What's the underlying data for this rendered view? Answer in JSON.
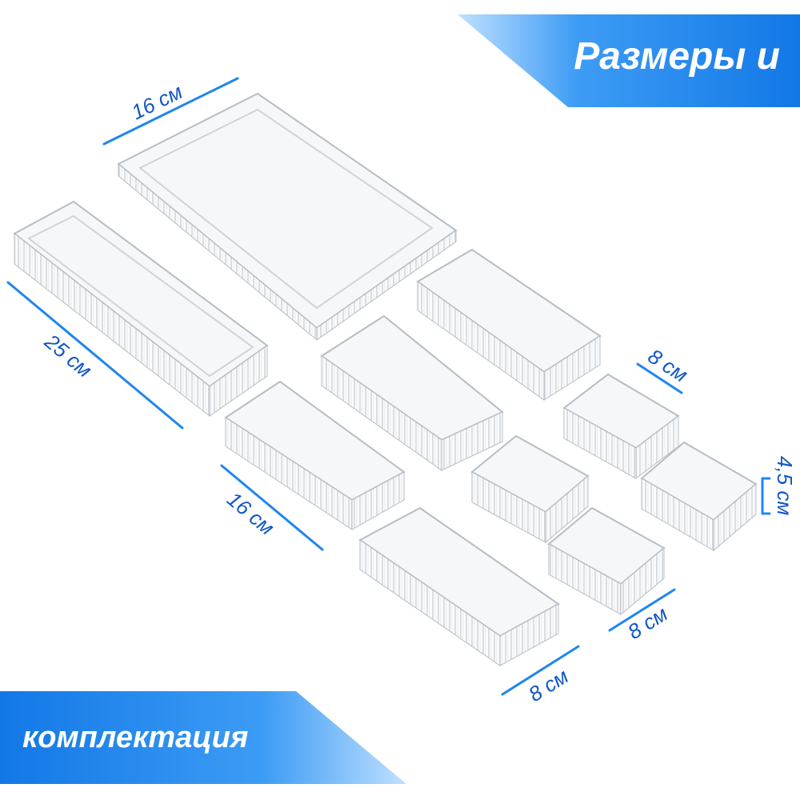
{
  "banners": {
    "top_text": "Размеры и",
    "bottom_text": "комплектация"
  },
  "dimensions": {
    "large_tray_width": "16 см",
    "long_tray_length": "25 см",
    "medium_tray_length": "16 см",
    "small_square_width_top": "8 см",
    "height": "4,5 см",
    "small_square_width_bottom": "8 см",
    "medium_tray_width": "8 см"
  },
  "colors": {
    "accent": "#1f86f0",
    "dimension_text": "#1257c4"
  }
}
